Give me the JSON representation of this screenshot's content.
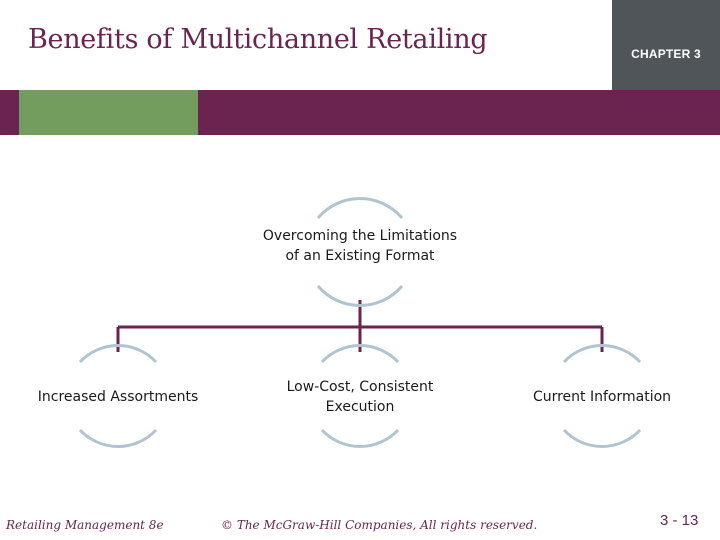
{
  "slide": {
    "title": "Benefits of Multichannel Retailing",
    "chapter": "CHAPTER 3"
  },
  "diagram": {
    "root": "Overcoming the Limitations of an Existing Format",
    "children": [
      "Increased Assortments",
      "Low-Cost, Consistent Execution",
      "Current Information"
    ]
  },
  "footer": {
    "book": "Retailing Management 8e",
    "copyright": "© The McGraw-Hill Companies, All rights reserved.",
    "page": "3 - 13"
  },
  "colors": {
    "accent": "#6b2450",
    "green": "#739c5f",
    "chapter_box": "#4f5559",
    "arc": "#b0c4d0"
  }
}
